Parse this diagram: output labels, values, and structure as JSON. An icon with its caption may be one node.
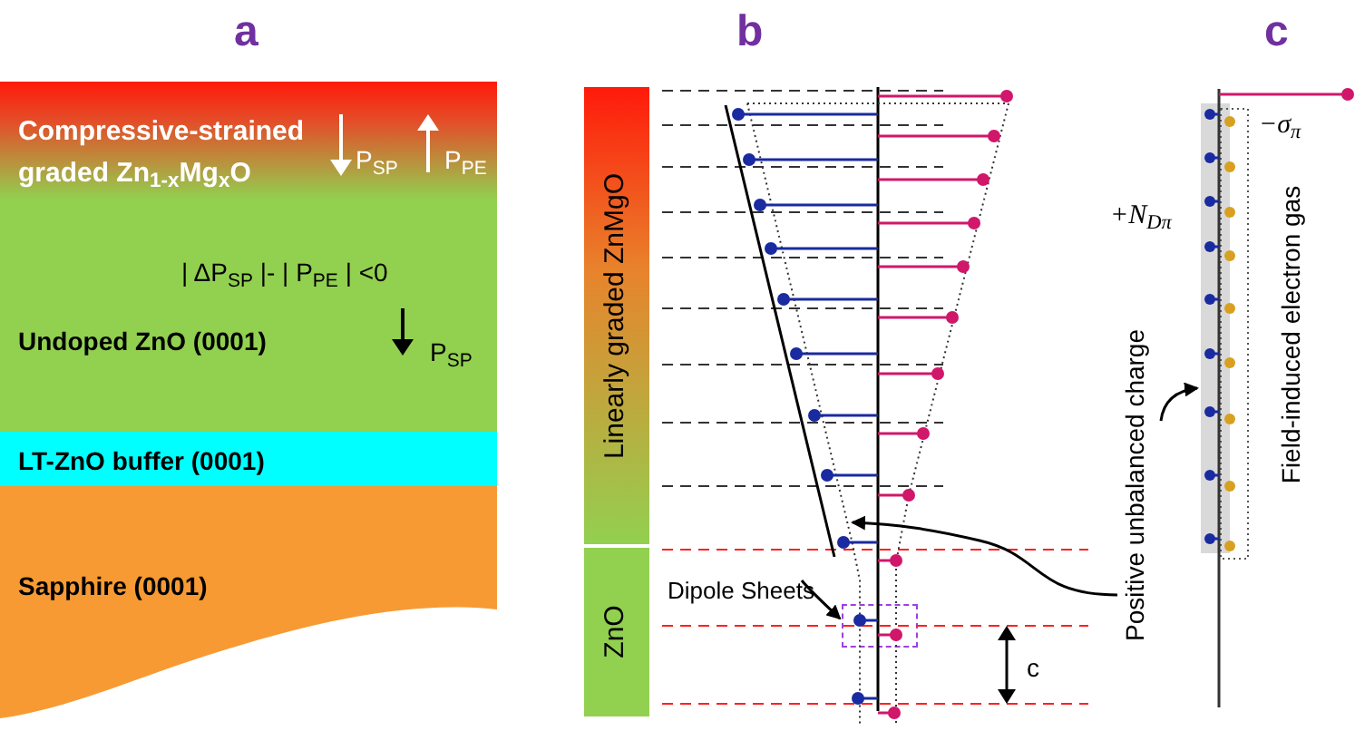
{
  "diagram": {
    "nodes": [
      {
        "text": [
          "Compressive-strained graded Zn$_{1-x}$Mg$_{x}$O",
          "P$_{SP}$",
          "P$_{PE}$"
        ]
      },
      {
        "text": [
          "| ΔP$_{SP}$ |- | P$_{PE}$ | <0",
          "Undoped ZnO (0001)",
          "P$_{SP}$"
        ]
      },
      {
        "text": [
          "LT-ZnO buffer (0001)"
        ]
      },
      {
        "text": [
          "Sapphire (0001)"
        ]
      },
      {
        "text": [
          "Linearly graded ZnMgO"
        ]
      },
      {
        "text": [
          "ZnO"
        ]
      },
      {
        "text": [
          "Dipole Sheets"
        ]
      },
      {
        "text": [],
        "shape": "box"
      },
      {
        "text": [
          "Positive unbalanced charge"
        ]
      },
      {
        "text": [],
        "shape": "bar"
      }
    ],
    "edges": [
      {
        "from": 6,
        "to": 7,
        "arrow": "to"
      },
      {
        "from": 8,
        "to": null,
        "arrow": "to"
      },
      {
        "from": 8,
        "to": 9,
        "arrow": "to"
      }
    ],
    "labels": [
      "a",
      "b",
      "c",
      "+N$_{Dπ}$",
      "−σ$_{π}$",
      "Field-induced electron gas",
      "c"
    ]
  }
}
